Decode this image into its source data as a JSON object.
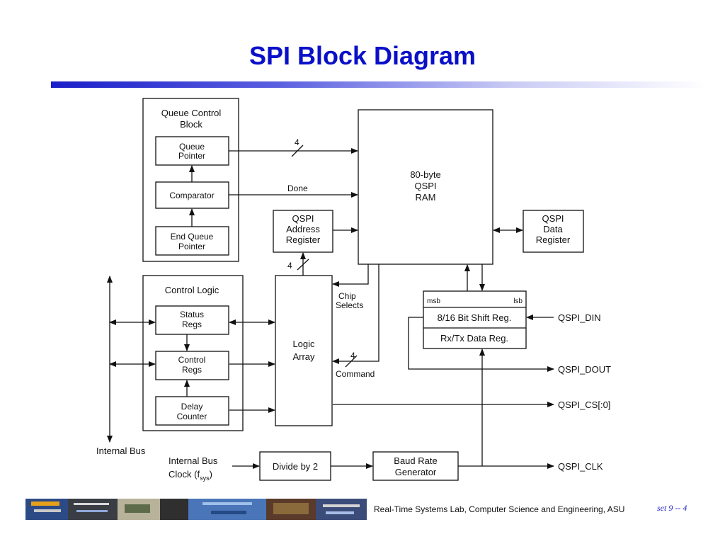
{
  "slide": {
    "title": "SPI Block Diagram",
    "footer": "Real-Time Systems Lab, Computer Science and Engineering, ASU",
    "slide_number": "set 9 -- 4"
  },
  "colors": {
    "title": "#0a10c8",
    "accent_bar": "#1a1fc8",
    "diagram_lines": "#111111"
  },
  "diagram": {
    "queue_control": {
      "title_line1": "Queue Control",
      "title_line2": "Block"
    },
    "queue_pointer": {
      "line1": "Queue",
      "line2": "Pointer"
    },
    "comparator": "Comparator",
    "end_queue_pointer": {
      "line1": "End Queue",
      "line2": "Pointer"
    },
    "control_logic": {
      "title": "Control Logic"
    },
    "status_regs": {
      "line1": "Status",
      "line2": "Regs"
    },
    "control_regs": {
      "line1": "Control",
      "line2": "Regs"
    },
    "delay_counter": {
      "line1": "Delay",
      "line2": "Counter"
    },
    "qspi_address_register": {
      "line1": "QSPI",
      "line2": "Address",
      "line3": "Register"
    },
    "ram": {
      "line1": "80-byte",
      "line2": "QSPI",
      "line3": "RAM"
    },
    "qspi_data_register": {
      "line1": "QSPI",
      "line2": "Data",
      "line3": "Register"
    },
    "logic_array": {
      "line1": "Logic",
      "line2": "Array"
    },
    "shift_register": {
      "msb": "msb",
      "lsb": "lsb",
      "shift_label": "8/16 Bit Shift Reg.",
      "data_label": "Rx/Tx Data Reg."
    },
    "divide_by_2": "Divide by 2",
    "baud_rate_generator": {
      "line1": "Baud Rate",
      "line2": "Generator"
    },
    "internal_bus": "Internal Bus",
    "internal_bus_clock": {
      "line1": "Internal Bus",
      "line2_prefix": "Clock (f",
      "line2_sub": "sys",
      "line2_suffix": ")"
    },
    "signals": {
      "bus_width_qp": "4",
      "done": "Done",
      "bus_width_addr": "4",
      "chip_selects_line1": "Chip",
      "chip_selects_line2": "Selects",
      "bus_width_cmd": "4",
      "command": "Command",
      "qspi_din": "QSPI_DIN",
      "qspi_dout": "QSPI_DOUT",
      "qspi_cs": "QSPI_CS[:0]",
      "qspi_clk": "QSPI_CLK"
    }
  }
}
